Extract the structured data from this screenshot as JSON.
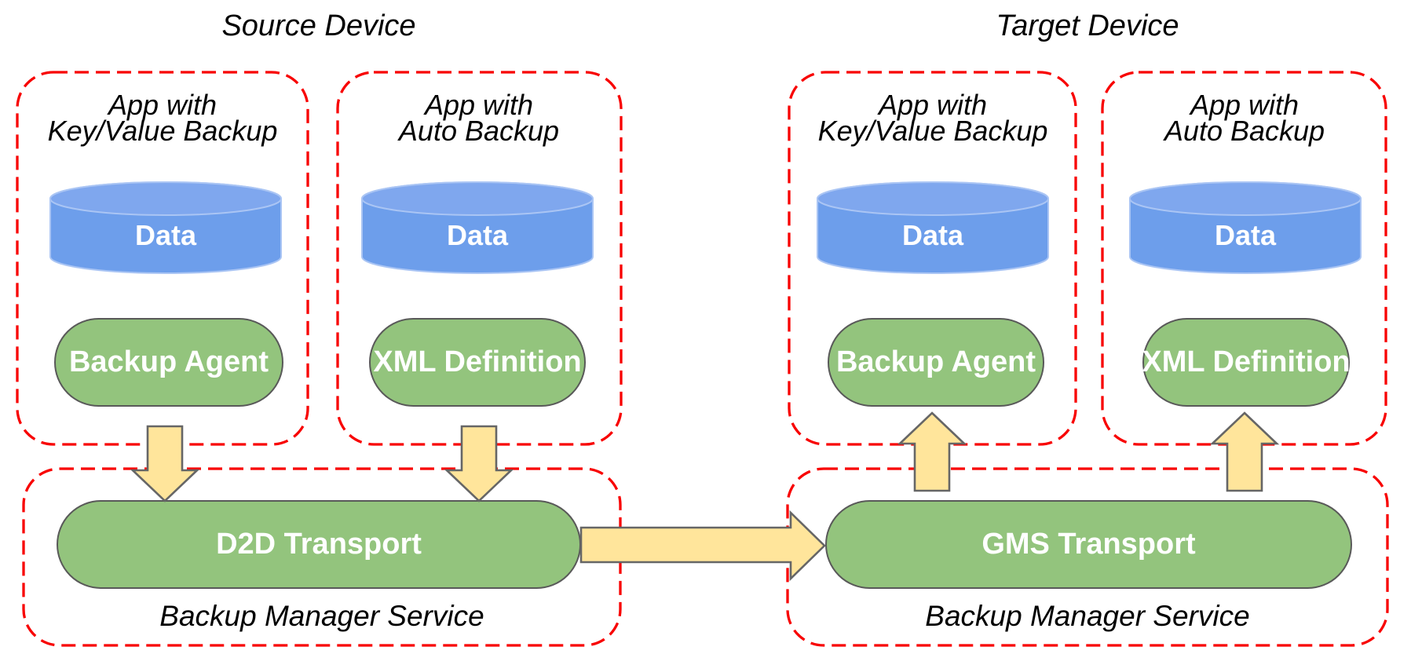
{
  "source_device": {
    "title": "Source Device",
    "apps": [
      {
        "label_line1": "App with",
        "label_line2": "Key/Value Backup",
        "data_store": "Data",
        "component": "Backup Agent"
      },
      {
        "label_line1": "App with",
        "label_line2": "Auto Backup",
        "data_store": "Data",
        "component": "XML Definition"
      }
    ],
    "service": {
      "transport": "D2D Transport",
      "label": "Backup Manager Service"
    }
  },
  "target_device": {
    "title": "Target Device",
    "apps": [
      {
        "label_line1": "App with",
        "label_line2": "Key/Value Backup",
        "data_store": "Data",
        "component": "Backup Agent"
      },
      {
        "label_line1": "App with",
        "label_line2": "Auto Backup",
        "data_store": "Data",
        "component": "XML Definition"
      }
    ],
    "service": {
      "transport": "GMS Transport",
      "label": "Backup Manager Service"
    }
  },
  "colors": {
    "box-border": "#f80000",
    "cylinder-fill": "#6d9eeb",
    "cylinder-top": "#7fa7ee",
    "cylinder-edge": "#aac5f4",
    "pill-fill": "#93c47d",
    "pill-border": "#595959",
    "arrow-fill": "#ffe59b",
    "arrow-border": "#666666",
    "text-dark": "#000000",
    "text-light": "#ffffff"
  }
}
